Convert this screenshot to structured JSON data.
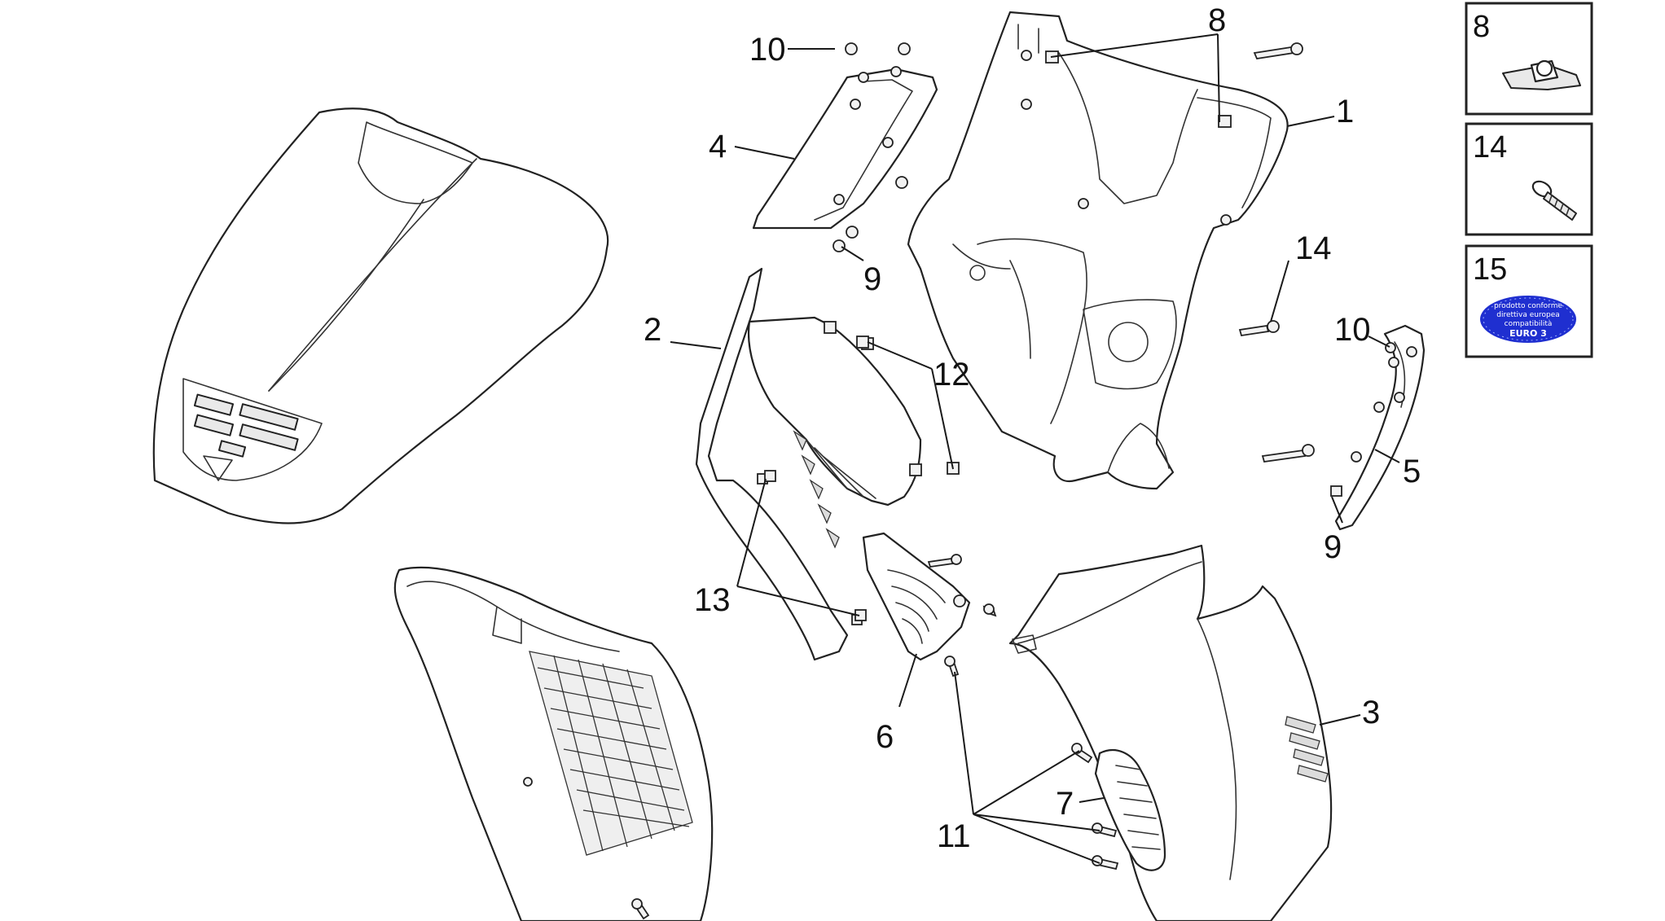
{
  "callouts": {
    "c1": "1",
    "c2": "2",
    "c3": "3",
    "c4": "4",
    "c5": "5",
    "c6": "6",
    "c7": "7",
    "c8": "8",
    "c9a": "9",
    "c9b": "9",
    "c10a": "10",
    "c10b": "10",
    "c11": "11",
    "c12": "12",
    "c13": "13",
    "c14": "14"
  },
  "insets": {
    "fastener_clip": "8",
    "screw": "14",
    "euro_badge": "15"
  },
  "euro_badge": {
    "line1": "prodotto conforme",
    "line2": "direttiva europea",
    "line3": "compatibilità",
    "title": "EURO 3",
    "color": "#1f2fd0"
  }
}
